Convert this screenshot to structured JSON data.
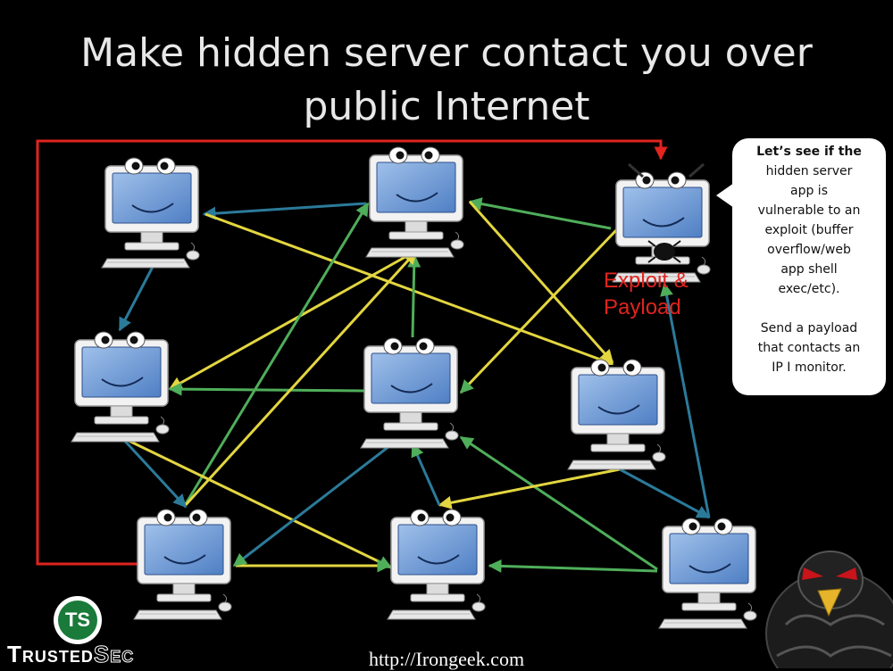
{
  "title": {
    "line1": "Make hidden server contact you over",
    "line2": "public Internet"
  },
  "callout": {
    "lines": [
      "Let’s see if the",
      "hidden server",
      "app is",
      "vulnerable to an",
      "exploit (buffer",
      "overflow/web",
      "app shell",
      "exec/etc)."
    ],
    "lines2": [
      "Send a payload",
      "that contacts an",
      "IP I monitor."
    ]
  },
  "exploit_label": {
    "line1": "Exploit &",
    "line2": "Payload"
  },
  "footer": {
    "url": "http://Irongeek.com",
    "brand_part1": "Trusted",
    "brand_part2": "Sec",
    "logo_text": "TS"
  },
  "colors": {
    "background": "#000000",
    "title": "#e8e8e8",
    "red_path": "#e0241f",
    "arrow_yellow": "#e3d640",
    "arrow_green": "#4fae5a",
    "arrow_blue": "#2b5f8a",
    "screen": "#6f9ad6"
  },
  "icons": [
    "computer-icon",
    "bug-icon",
    "penguin-mascot-icon",
    "trustedsec-logo-icon"
  ]
}
